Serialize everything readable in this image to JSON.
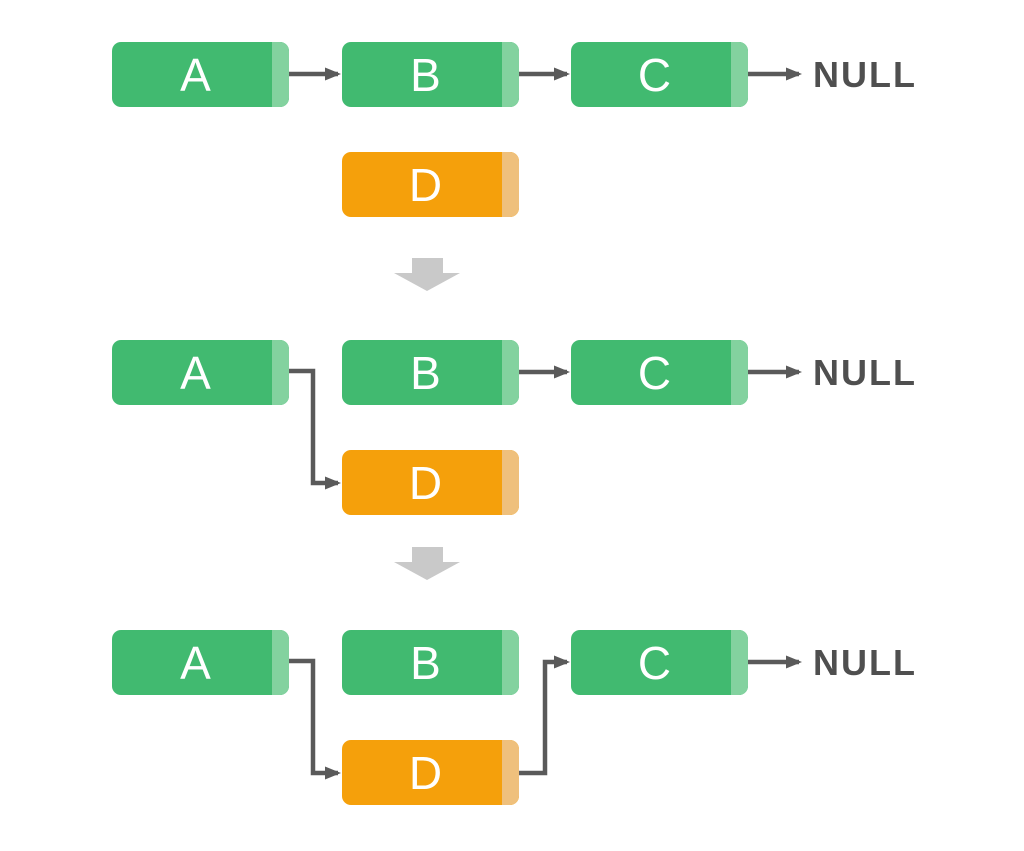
{
  "diagram": {
    "description": "Singly linked list: linking node D in place of node B over three stages",
    "colors": {
      "node_green": "#41ba70",
      "node_green_pointer_cell": "#83d29f",
      "node_orange": "#f5a00b",
      "node_orange_pointer_cell": "#efc07c",
      "link_arrow": "#5a5a5a",
      "terminator_text": "#4f4f4f",
      "step_arrow": "#c9c9c9",
      "background": "#ffffff"
    },
    "stages": [
      {
        "name": "stage-1-initial",
        "nodes": [
          {
            "label": "A",
            "type": "green"
          },
          {
            "label": "B",
            "type": "green"
          },
          {
            "label": "C",
            "type": "green"
          },
          {
            "label": "D",
            "type": "orange"
          }
        ],
        "terminator": "NULL",
        "links": [
          "A -> B",
          "B -> C",
          "C -> NULL"
        ]
      },
      {
        "name": "stage-2-relink-a",
        "nodes": [
          {
            "label": "A",
            "type": "green"
          },
          {
            "label": "B",
            "type": "green"
          },
          {
            "label": "C",
            "type": "green"
          },
          {
            "label": "D",
            "type": "orange"
          }
        ],
        "terminator": "NULL",
        "links": [
          "A -> D",
          "B -> C",
          "C -> NULL"
        ]
      },
      {
        "name": "stage-3-relink-d",
        "nodes": [
          {
            "label": "A",
            "type": "green"
          },
          {
            "label": "B",
            "type": "green"
          },
          {
            "label": "C",
            "type": "green"
          },
          {
            "label": "D",
            "type": "orange"
          }
        ],
        "terminator": "NULL",
        "links": [
          "A -> D",
          "D -> C",
          "C -> NULL"
        ]
      }
    ]
  }
}
